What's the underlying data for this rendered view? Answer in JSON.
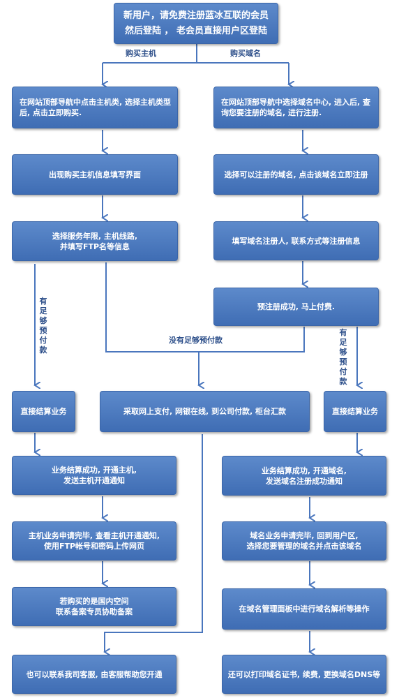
{
  "colors": {
    "box": "#4a76bd",
    "line": "#4a76bd",
    "label": "#2d4f8a"
  },
  "top": {
    "line1": "新用户，请免费注册蓝冰互联的会员",
    "line2": "然后登陆 ， 老会员直接用户区登陆"
  },
  "labels": {
    "buy_host": "购买主机",
    "buy_domain": "购买域名",
    "no_prepay": "没有足够预付款",
    "has_prepay_left": "有足够预付款",
    "has_prepay_right": "有足够预付款"
  },
  "host": {
    "step1": "在网站顶部导航中点击主机类, 选择主机类型后, 点击立即购买.",
    "step2": "出现购买主机信息填写界面",
    "step3_l1": "选择服务年限, 主机线路,",
    "step3_l2": "并填写FTP名等信息",
    "direct": "直接结算业务",
    "success_l1": "业务结算成功, 开通主机,",
    "success_l2": "发送主机开通通知",
    "done_l1": "主机业务申请完毕, 查看主机开通通知,",
    "done_l2": "使用FTP帐号和密码上传网页",
    "record_l1": "若购买的是国内空间",
    "record_l2": "联系备案专员协助备案",
    "support": "也可以联系我司客服, 由客服帮助您开通"
  },
  "domain": {
    "step1": "在网站顶部导航中选择域名中心, 进入后, 查询您要注册的域名, 进行注册.",
    "step2": "选择可以注册的域名, 点击该域名立即注册",
    "step3": "填写域名注册人, 联系方式等注册信息",
    "step4": "预注册成功, 马上付费.",
    "direct": "直接结算业务",
    "success_l1": "业务结算成功, 开通域名,",
    "success_l2": "发送域名注册成功通知",
    "done_l1": "域名业务申请完毕, 回到用户区,",
    "done_l2": "选择您要管理的域名并点击该域名",
    "resolve": "在域名管理面板中进行域名解析等操作",
    "cert": "还可以打印域名证书, 续费, 更换域名DNS等"
  },
  "payment": "采取网上支付, 网银在线, 到公司付款, 柜台汇款"
}
